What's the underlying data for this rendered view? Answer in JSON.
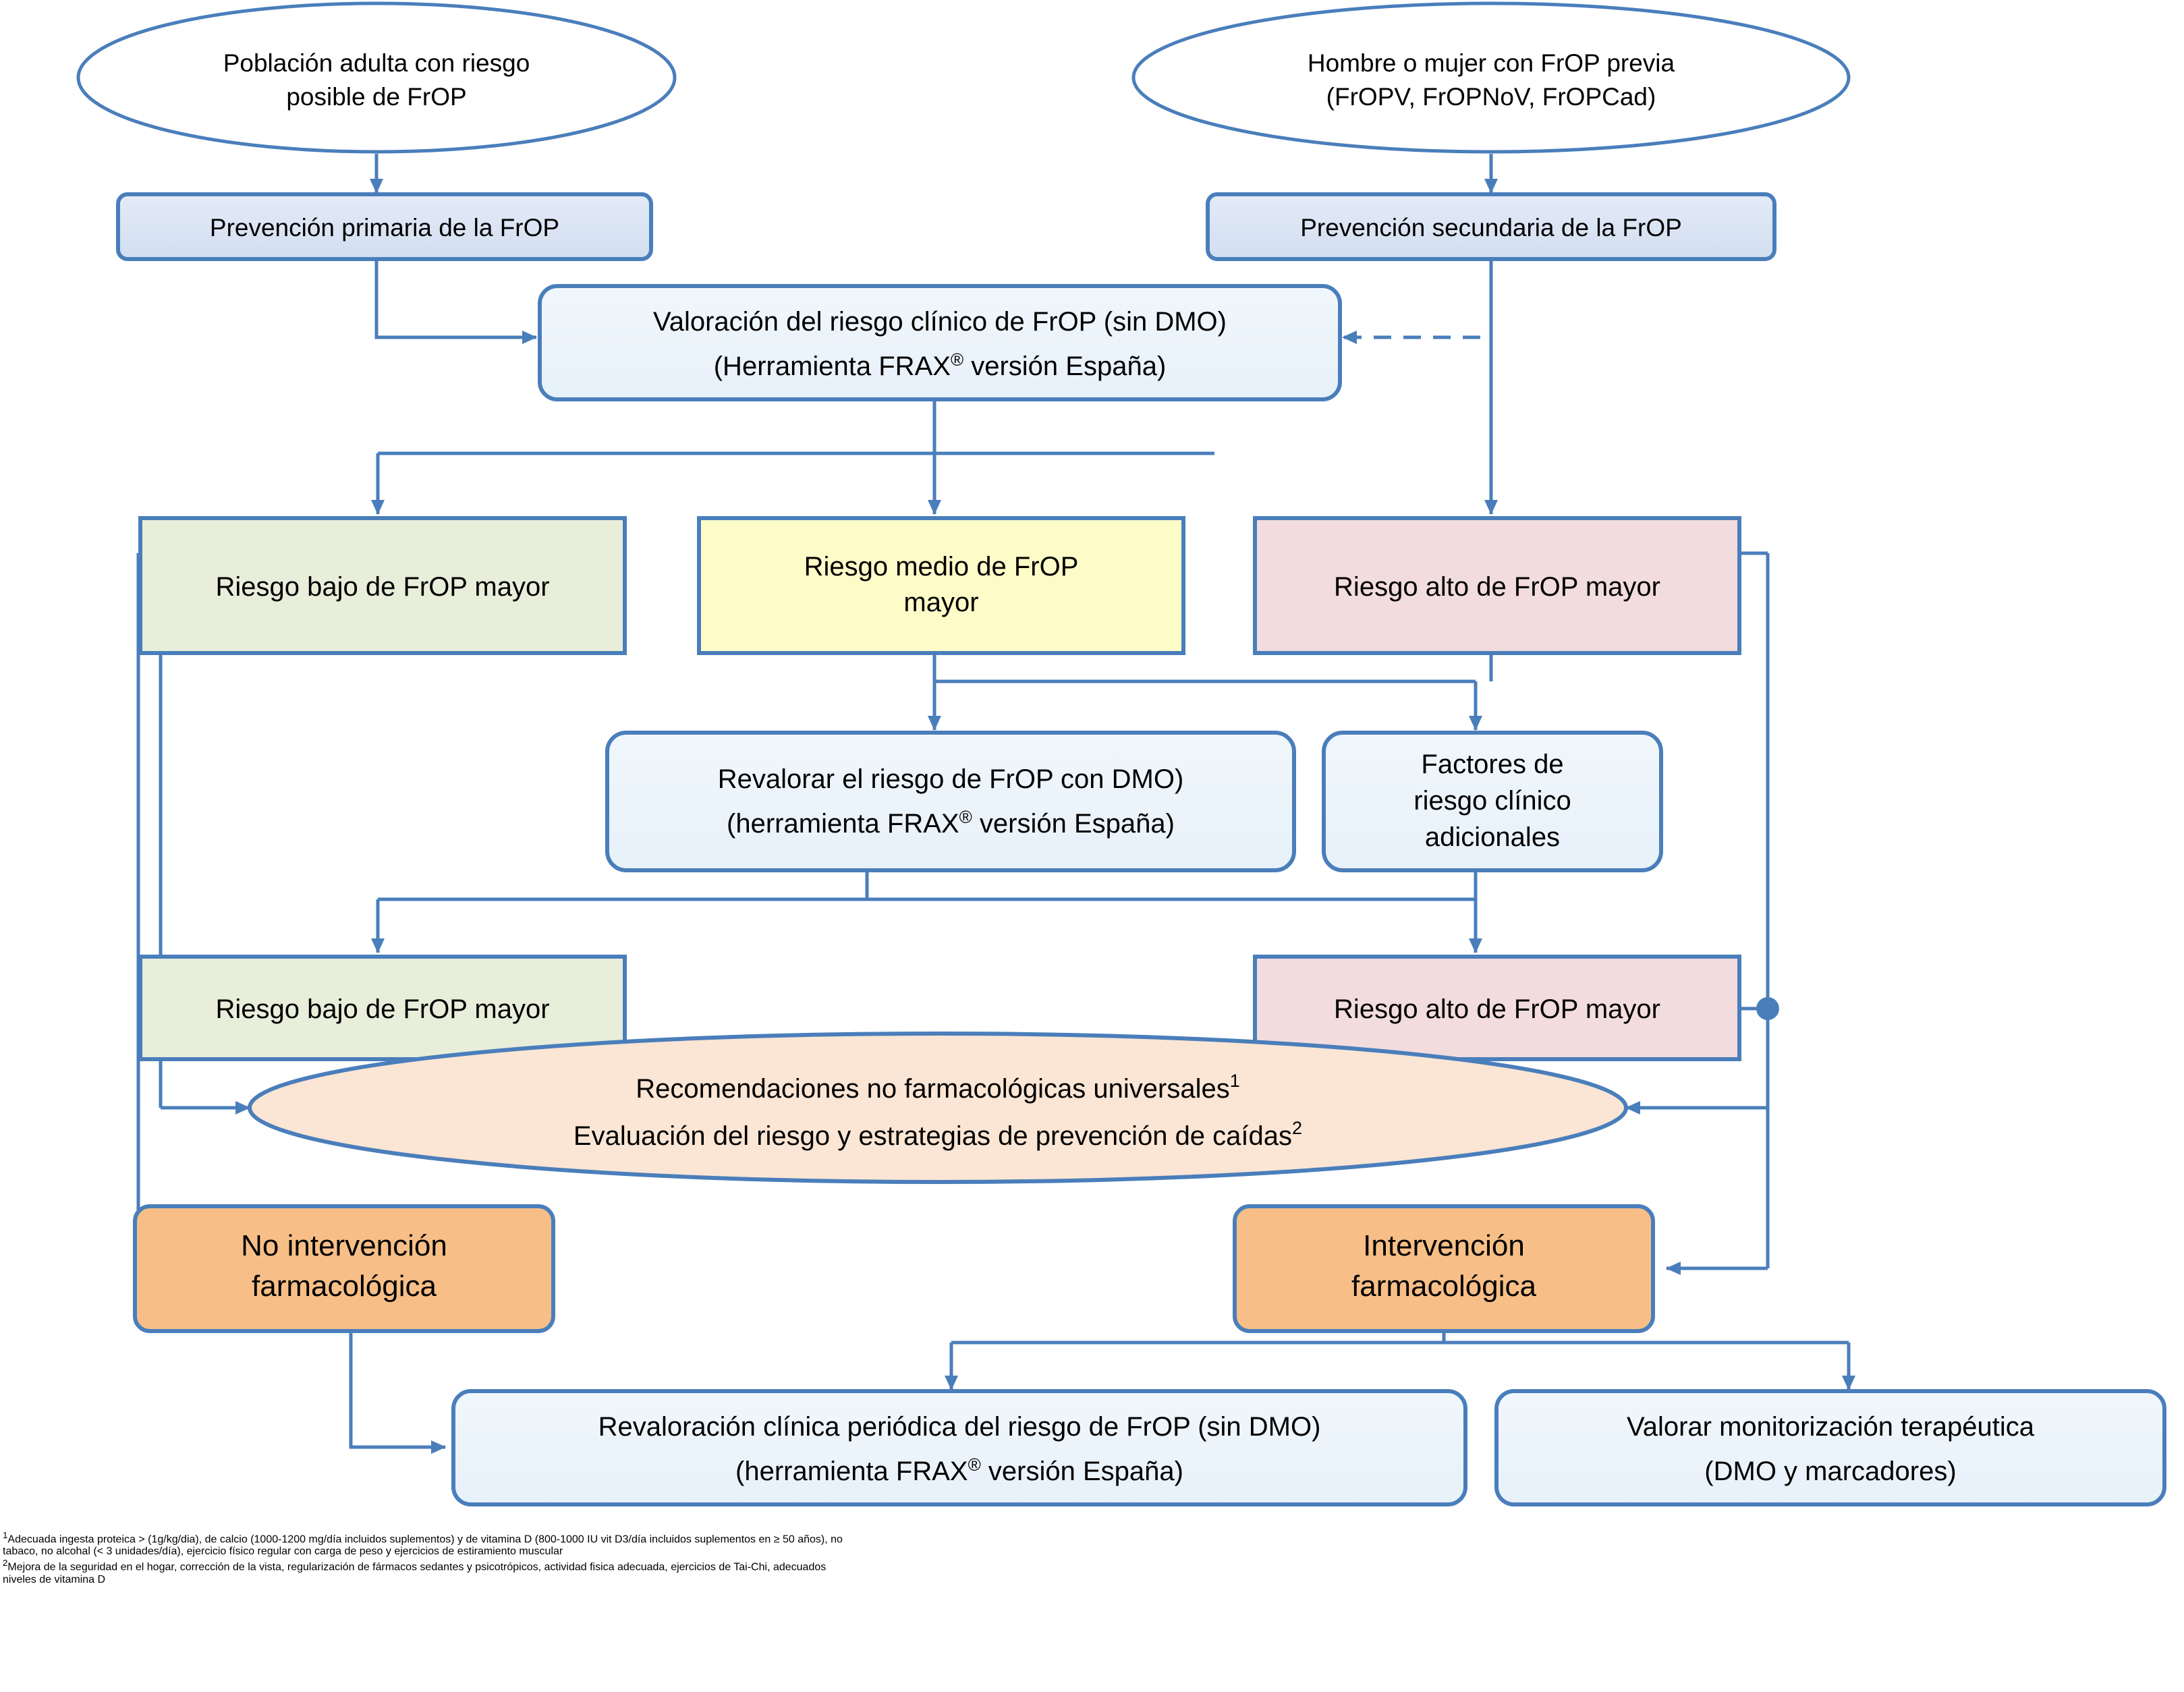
{
  "diagram": {
    "title": "Algoritmo de prevencion de fractura por osteoporosis (FrOP)",
    "type": "flowchart",
    "colors": {
      "stroke": "#4a7ebb",
      "ellipse_fill": "#ffffff",
      "blue_box_fill": "#dce5f2",
      "light_blue_fill": "#eaf3fa",
      "green_fill": "#e8eeda",
      "yellow_fill": "#fdfbc8",
      "pink_fill": "#f2dcdd",
      "peach_ellipse_fill": "#fbe5d4",
      "orange_fill": "#f7bf87",
      "text": "#000000"
    }
  },
  "nodes": {
    "start_left": {
      "shape": "ellipse",
      "lines": [
        "Población adulta con riesgo",
        "posible de FrOP"
      ]
    },
    "start_right": {
      "shape": "ellipse",
      "lines": [
        "Hombre o mujer con FrOP previa",
        "(FrOPV, FrOPNoV, FrOPCad)"
      ]
    },
    "prevention_primary": {
      "shape": "rounded-rect",
      "lines": [
        "Prevención primaria de la FrOP"
      ]
    },
    "prevention_secondary": {
      "shape": "rounded-rect",
      "lines": [
        "Prevención secundaria de la FrOP"
      ]
    },
    "frax_clinical": {
      "shape": "rounded-rect",
      "lines": [
        "Valoración del riesgo clínico de FrOP (sin DMO)",
        "(Herramienta FRAX® versión España)"
      ]
    },
    "risk_low_1": {
      "shape": "rect",
      "lines": [
        "Riesgo bajo de FrOP mayor"
      ]
    },
    "risk_medium_1": {
      "shape": "rect",
      "lines": [
        "Riesgo medio de FrOP",
        "mayor"
      ]
    },
    "risk_high_1": {
      "shape": "rect",
      "lines": [
        "Riesgo alto de FrOP mayor"
      ]
    },
    "reassess_dmo": {
      "shape": "rounded-rect",
      "lines": [
        "Revalorar el riesgo de FrOP con DMO)",
        "(herramienta FRAX® versión España)"
      ]
    },
    "extra_factors": {
      "shape": "rounded-rect",
      "lines": [
        "Factores de",
        "riesgo clínico",
        "adicionales"
      ]
    },
    "risk_low_2": {
      "shape": "rect",
      "lines": [
        "Riesgo bajo de FrOP mayor"
      ]
    },
    "risk_high_2": {
      "shape": "rect",
      "lines": [
        "Riesgo alto de FrOP mayor"
      ]
    },
    "recommendations": {
      "shape": "ellipse",
      "lines": [
        "Recomendaciones no farmacológicas universales¹",
        "Evaluación del riesgo y estrategias de prevención de caídas²"
      ]
    },
    "no_pharma": {
      "shape": "rounded-rect",
      "lines": [
        "No intervención",
        "farmacológica"
      ]
    },
    "pharma": {
      "shape": "rounded-rect",
      "lines": [
        "Intervención",
        "farmacológica"
      ]
    },
    "periodic_review": {
      "shape": "rounded-rect",
      "lines": [
        "Revaloración clínica periódica del riesgo de FrOP (sin DMO)",
        "(herramienta FRAX® versión España)"
      ]
    },
    "therapeutic_monitor": {
      "shape": "rounded-rect",
      "lines": [
        "Valorar monitorización terapéutica",
        "(DMO y marcadores)"
      ]
    }
  },
  "footnotes": {
    "one_marker": "1",
    "one_line_1": "Adecuada ingesta proteica > (1g/kg/dia), de calcio (1000-1200 mg/día incluidos suplementos) y de vitamina D (800-1000 IU vit D3/día incluidos suplementos en ≥ 50 años), no",
    "one_line_2": "tabaco, no alcohal (< 3 unidades/día), ejercicio físico regular con carga de peso y ejercicios de estiramiento muscular",
    "two_marker": "2",
    "two_line_1": "Mejora de la seguridad en el hogar, corrección de la vista, regularización de fármacos sedantes y psicotrópicos, actividad fisica adecuada, ejercicios de Tai-Chi, adecuados",
    "two_line_2": "niveles de vitamina D"
  }
}
